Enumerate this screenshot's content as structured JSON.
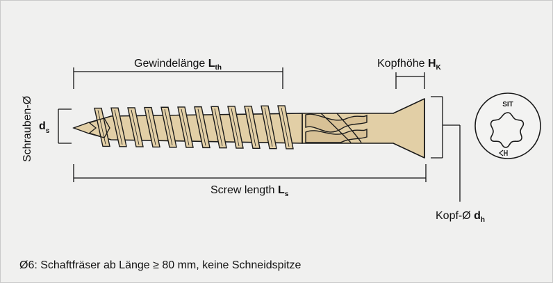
{
  "labels": {
    "thread_length": "Gewindelänge",
    "thread_symbol": "L",
    "thread_sub": "th",
    "head_height": "Kopfhöhe",
    "head_symbol": "H",
    "head_sub": "K",
    "screw_diameter": "Schrauben-Ø",
    "diameter_symbol": "d",
    "diameter_sub": "s",
    "screw_length": "Screw length",
    "length_symbol": "L",
    "length_sub": "s",
    "head_diameter": "Kopf-Ø",
    "head_diameter_symbol": "d",
    "head_diameter_sub": "h",
    "head_brand": "SIT"
  },
  "footnote": "Ø6: Schaftfräser ab Länge ≥ 80 mm, keine Schneidspitze",
  "colors": {
    "screw_fill": "#e2cfa6",
    "screw_stroke": "#1a1a1a",
    "dimension_line": "#111111",
    "background": "#f0f0ef"
  }
}
